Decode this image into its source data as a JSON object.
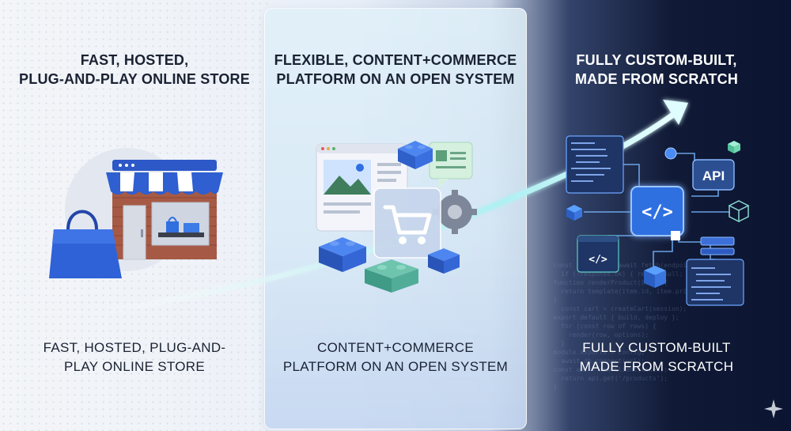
{
  "panels": [
    {
      "heading_line1": "FAST, HOSTED,",
      "heading_line2": "PLUG-AND-PLAY ONLINE STORE",
      "caption_line1": "FAST, HOSTED, PLUG-AND-",
      "caption_line2": "PLAY ONLINE STORE",
      "illustration": "storefront-with-shopping-bag"
    },
    {
      "heading_line1": "FLEXIBLE, CONTENT+COMMERCE",
      "heading_line2": "PLATFORM ON AN OPEN SYSTEM",
      "caption_line1": "CONTENT+COMMERCE",
      "caption_line2": "PLATFORM ON AN OPEN SYSTEM",
      "illustration": "browser-cart-building-blocks"
    },
    {
      "heading_line1": "FULLY CUSTOM-BUILT,",
      "heading_line2": "MADE FROM SCRATCH",
      "caption_line1": "FULLY CUSTOM-BUILT",
      "caption_line2": "MADE FROM SCRATCH",
      "illustration": "code-api-network",
      "api_label": "API",
      "code_symbol": "</>"
    }
  ],
  "colors": {
    "accent_blue": "#2f6fe0",
    "teal": "#5fb9a8",
    "dark_navy": "#0b1430",
    "glow": "#7fe6ee"
  }
}
